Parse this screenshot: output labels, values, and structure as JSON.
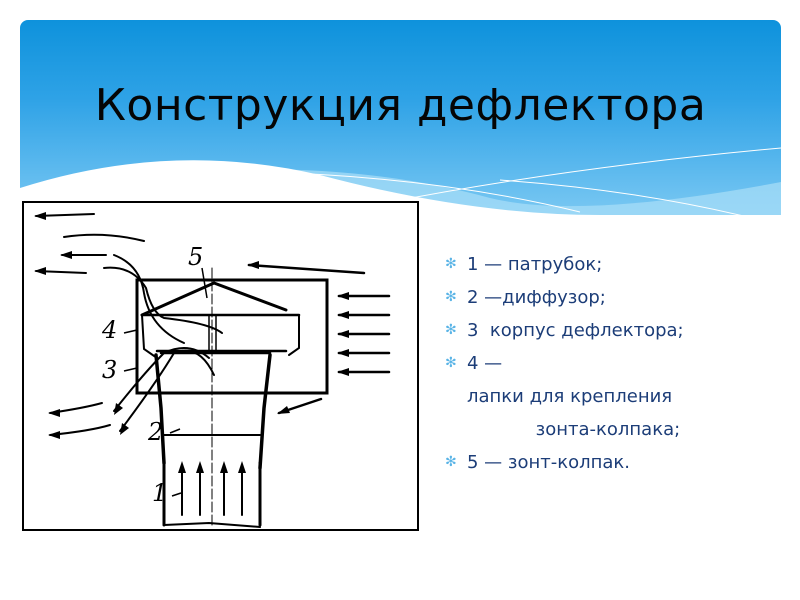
{
  "slide": {
    "title": "Конструкция дефлектора",
    "colors": {
      "header_top": "#0e92dc",
      "header_bottom": "#7ac8f2",
      "title_text": "#050505",
      "list_text": "#1c3d78",
      "bullet": "#5ab4e6"
    },
    "bullet_glyph": "✻",
    "legend_items": [
      {
        "text": "1 — патрубок;"
      },
      {
        "text": "2 —диффузор;"
      },
      {
        "text": "3  корпус дефлектора;"
      },
      {
        "text": "4 —\nлапки для крепления\n            зонта-колпака;"
      },
      {
        "text": "5 — зонт-колпак."
      }
    ],
    "figure": {
      "labels": [
        "1",
        "2",
        "3",
        "4",
        "5"
      ]
    }
  }
}
